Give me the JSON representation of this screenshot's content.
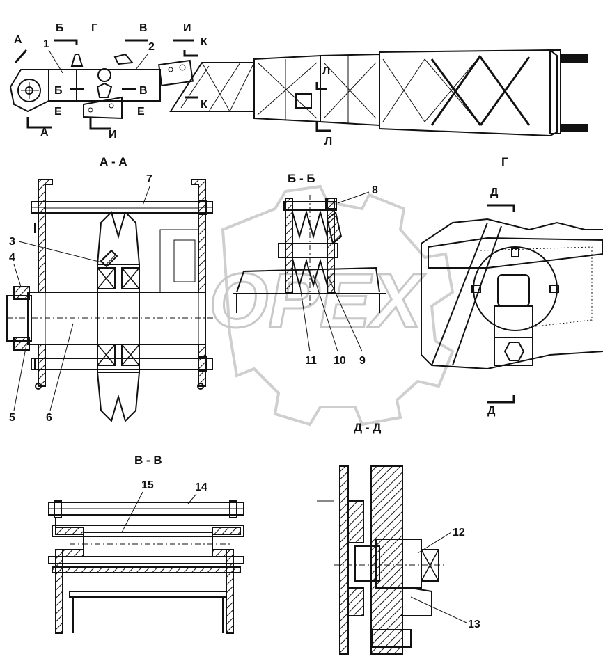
{
  "section_titles": {
    "a_a": "А - А",
    "b_b": "Б - Б",
    "g": "Г",
    "d_d": "Д - Д",
    "v_v": "В - В"
  },
  "top_view_letters": {
    "a_top": "А",
    "a_bottom": "А",
    "b_top": "Б",
    "b_mid": "Б",
    "g": "Г",
    "v_top": "В",
    "v_mid": "В",
    "i_top": "И",
    "i_bottom": "И",
    "k_top": "К",
    "k_bottom": "К",
    "e_left": "Е",
    "e_right": "Е",
    "l_top": "Л",
    "l_bottom": "Л",
    "num_1": "1",
    "num_2": "2"
  },
  "callouts": {
    "n3": "3",
    "n4": "4",
    "n5": "5",
    "n6": "6",
    "n7": "7",
    "n8": "8",
    "n9": "9",
    "n10": "10",
    "n11": "11",
    "n12": "12",
    "n13": "13",
    "n14": "14",
    "n15": "15"
  },
  "detail_g_letters": {
    "d_top": "Д",
    "d_bottom": "Д"
  },
  "watermark": "OPEX"
}
